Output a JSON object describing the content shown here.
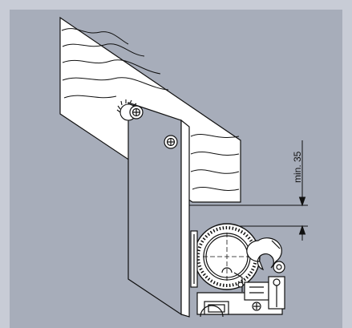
{
  "diagram": {
    "dimension_label": "min. 35",
    "colors": {
      "outer_frame": "#c8ccd6",
      "panel": "#a7adba",
      "line": "#111111",
      "fill": "#ffffff"
    },
    "parts": [
      "wood-beam",
      "mounting-plate",
      "upper-screw-icon",
      "lower-screw-icon",
      "gear-icon",
      "pulley-wheel",
      "clip-bracket",
      "switch-housing",
      "dimension-arrows"
    ]
  }
}
